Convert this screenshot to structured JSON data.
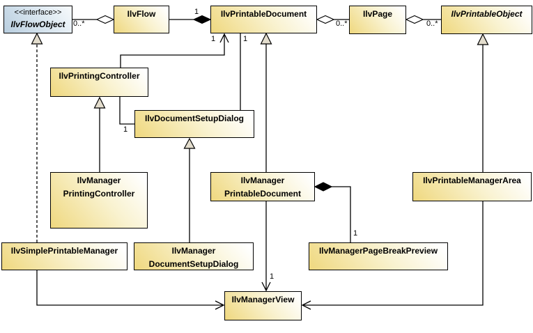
{
  "classes": {
    "flow_object": {
      "stereotype": "<<interface>>",
      "name": "IlvFlowObject"
    },
    "flow": {
      "name": "IlvFlow"
    },
    "printable_document": {
      "name": "IlvPrintableDocument"
    },
    "page": {
      "name": "IlvPage"
    },
    "printable_object": {
      "name": "IlvPrintableObject"
    },
    "printing_controller": {
      "name": "IlvPrintingController"
    },
    "document_setup_dialog": {
      "name": "IlvDocumentSetupDialog"
    },
    "manager_printing_controller": {
      "line1": "IlvManager",
      "line2": "PrintingController"
    },
    "manager_printable_document": {
      "line1": "IlvManager",
      "line2": "PrintableDocument"
    },
    "printable_manager_area": {
      "name": "IlvPrintableManagerArea"
    },
    "simple_printable_manager": {
      "name": "IlvSimplePrintableManager"
    },
    "manager_document_setup_dialog": {
      "line1": "IlvManager",
      "line2": "DocumentSetupDialog"
    },
    "manager_page_break_preview": {
      "name": "IlvManagerPageBreakPreview"
    },
    "manager_view": {
      "name": "IlvManagerView"
    }
  },
  "multiplicities": {
    "flow_objects": "0..*",
    "flow_in_document": "1",
    "pages": "0..*",
    "printable_objects": "0..*",
    "controller_document": "1",
    "dialog_document": "1",
    "controller_dialog": "1",
    "page_break_preview": "1",
    "document_view": "1"
  },
  "colors": {
    "class_fill": "#efd87f",
    "interface_fill": "#b9cedf",
    "line_color": "#000000",
    "triangle_fill": "#e3ddcd"
  }
}
